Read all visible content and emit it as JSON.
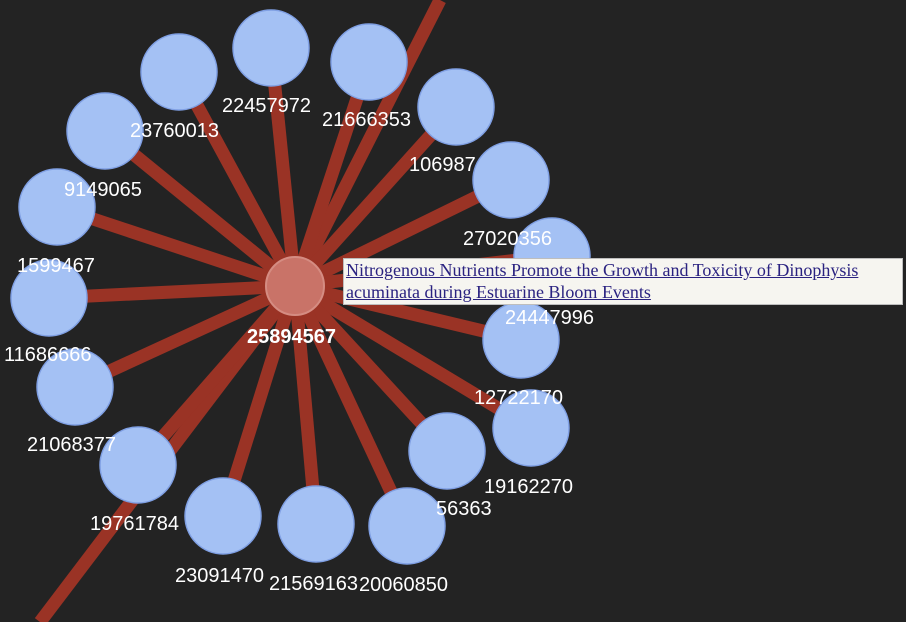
{
  "graph": {
    "center": {
      "id": "25894567"
    },
    "nodes": [
      {
        "id": "22457972"
      },
      {
        "id": "21666353"
      },
      {
        "id": "106987"
      },
      {
        "id": "27020356"
      },
      {
        "id": "24447996"
      },
      {
        "id": "12722170"
      },
      {
        "id": "19162270"
      },
      {
        "id": "56363"
      },
      {
        "id": "20060850"
      },
      {
        "id": "21569163"
      },
      {
        "id": "23091470"
      },
      {
        "id": "19761784"
      },
      {
        "id": "21068377"
      },
      {
        "id": "11686666"
      },
      {
        "id": "1599467"
      },
      {
        "id": "9149065"
      },
      {
        "id": "23760013"
      },
      {
        "id": ""
      }
    ],
    "colors": {
      "background": "#232323",
      "node": "#a4c1f4",
      "center_node": "#c97368",
      "edge": "#9a3325",
      "label": "#ffffff"
    }
  },
  "tooltip": {
    "title": "Nitrogenous Nutrients Promote the Growth and Toxicity of Dinophysis acuminata during Estuarine Bloom Events"
  }
}
